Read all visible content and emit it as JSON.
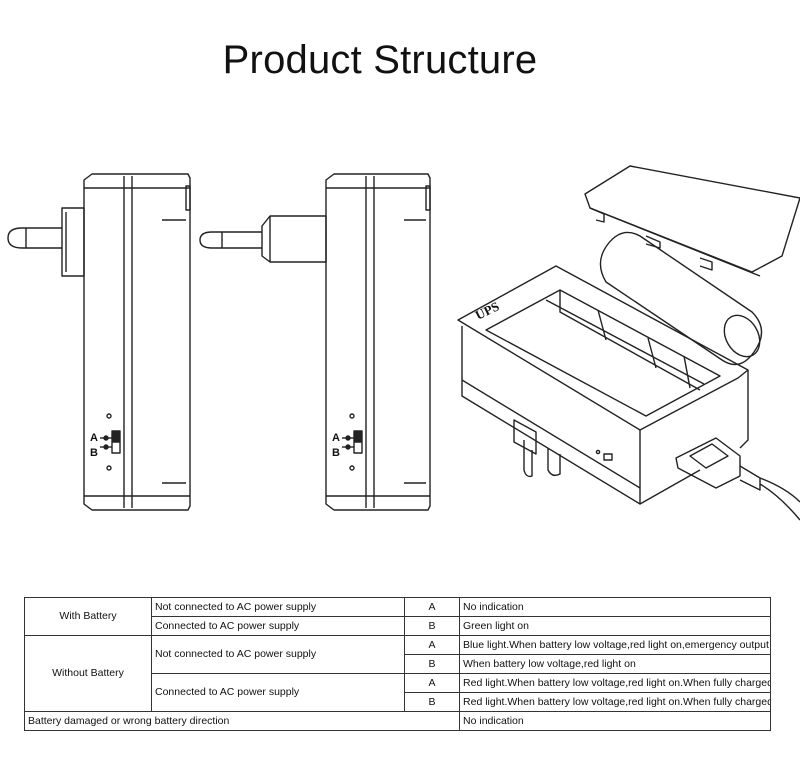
{
  "title": "Product Structure",
  "labels": {
    "switch_a": "A",
    "switch_b": "B",
    "ups": "UPS"
  },
  "table": {
    "rows": [
      {
        "group": "With Battery",
        "condition": "Not connected to AC power supply",
        "mode": "A",
        "result": "No indication"
      },
      {
        "condition": "Connected to AC power supply",
        "mode": "B",
        "result": "Green light on"
      },
      {
        "group": "Without Battery",
        "condition": "Not connected to AC power supply",
        "mode": "A",
        "result": "Blue light.When battery low voltage,red light on,emergency output start"
      },
      {
        "mode": "B",
        "result": "When battery low voltage,red light on"
      },
      {
        "condition": "Connected to AC power supply",
        "mode": "A",
        "result": "Red light.When battery low voltage,red light on.When fully charged,green light on"
      },
      {
        "mode": "B",
        "result": "Red light.When battery low voltage,red light on.When fully charged,green light on"
      },
      {
        "group": "Battery damaged or wrong battery direction",
        "result": "No indication"
      }
    ]
  }
}
